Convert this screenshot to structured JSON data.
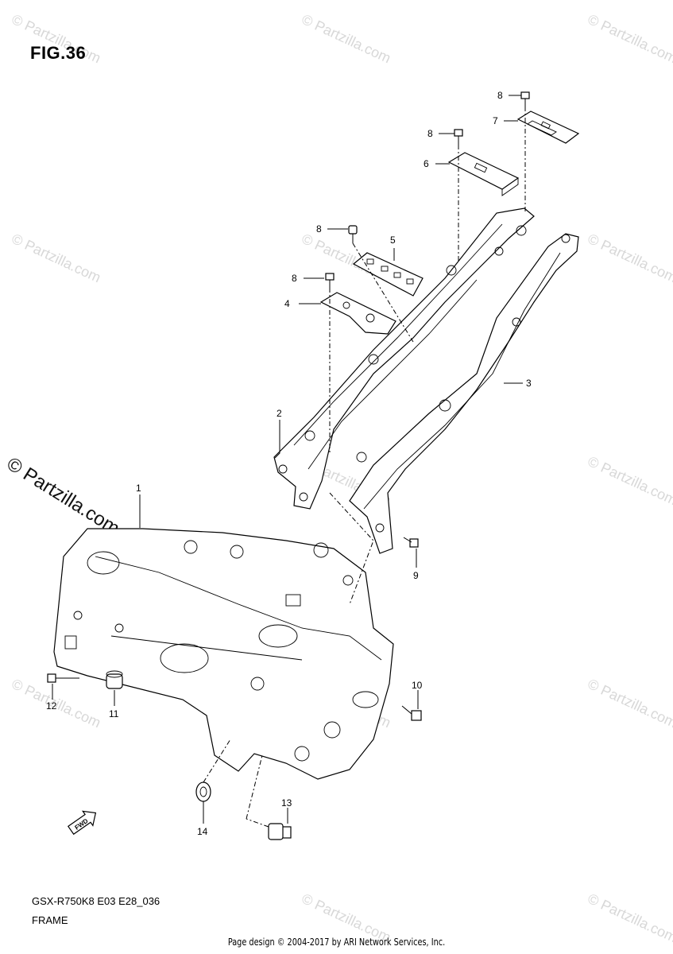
{
  "figure": {
    "title": "FIG.36",
    "model_code": "GSX-R750K8 E03 E28_036",
    "section_name": "FRAME",
    "footer_credit": "Page design © 2004-2017 by ARI Network Services, Inc.",
    "watermark_text": "© Partzilla.com",
    "forward_label": "FWD"
  },
  "callouts": {
    "c1": "1",
    "c2": "2",
    "c3": "3",
    "c4": "4",
    "c5": "5",
    "c6": "6",
    "c7": "7",
    "c8a": "8",
    "c8b": "8",
    "c8c": "8",
    "c8d": "8",
    "c9": "9",
    "c10": "10",
    "c11": "11",
    "c12": "12",
    "c13": "13",
    "c14": "14"
  },
  "colors": {
    "ink": "#000000",
    "watermark": "#d8d8d8",
    "background": "#ffffff"
  }
}
